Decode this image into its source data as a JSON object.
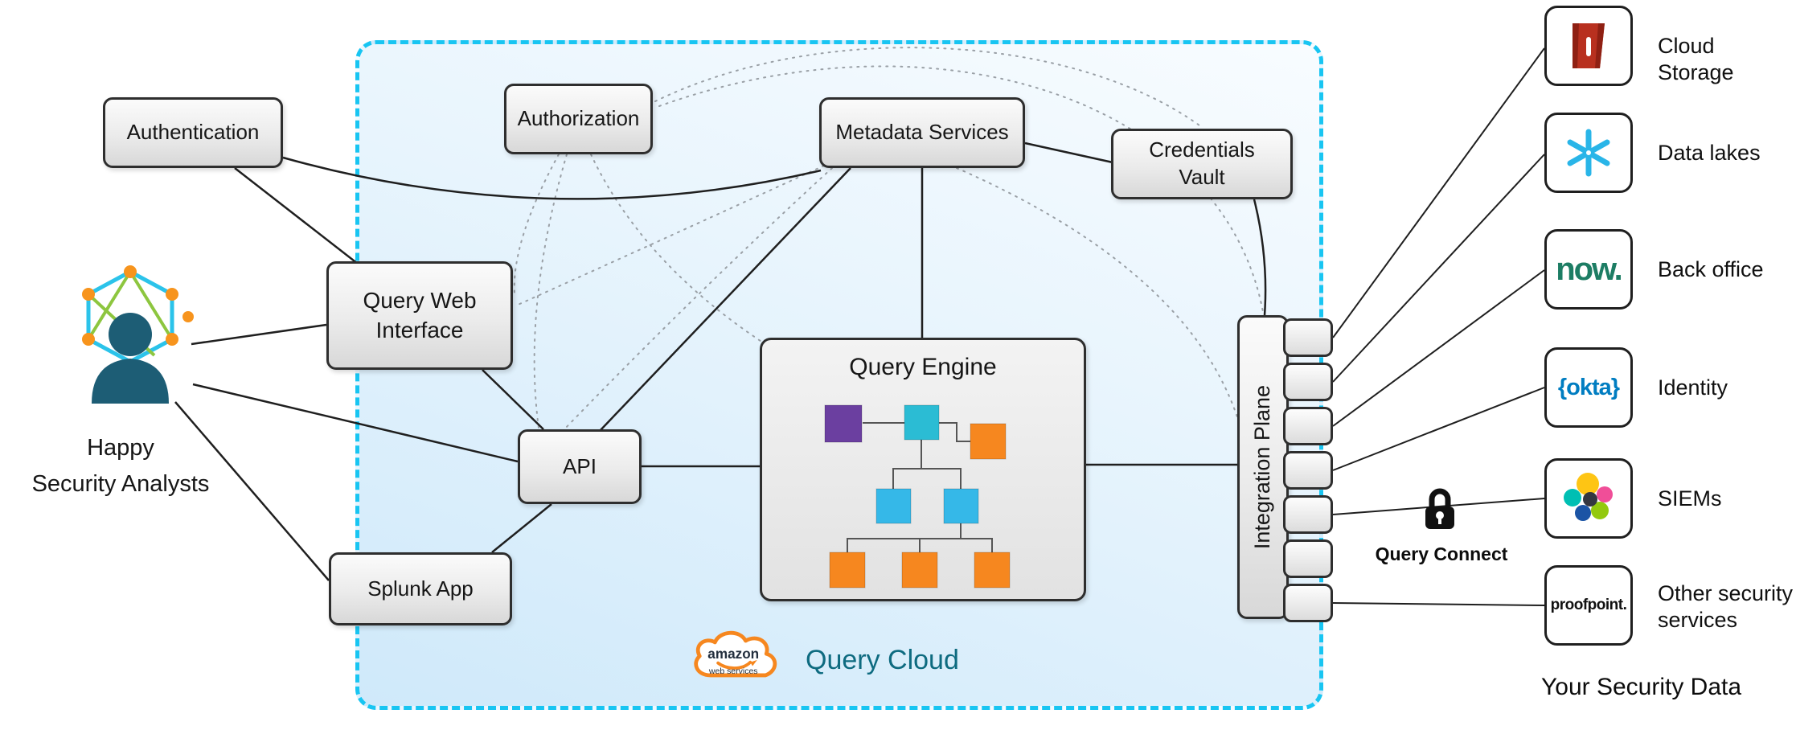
{
  "cloud": {
    "label": "Query Cloud",
    "aws": {
      "brand": "amazon",
      "sub": "web services"
    }
  },
  "nodes": {
    "authentication": "Authentication",
    "authorization": "Authorization",
    "metadata_services": "Metadata Services",
    "credentials_vault": "Credentials Vault",
    "query_web_interface": "Query Web Interface",
    "api": "API",
    "splunk_app": "Splunk App",
    "query_engine": "Query Engine",
    "integration_plane": "Integration Plane"
  },
  "analysts": {
    "line1": "Happy",
    "line2": "Security Analysts"
  },
  "right": {
    "section_label": "Your Security Data",
    "query_connect": "Query Connect",
    "services": [
      {
        "label": "Cloud Storage",
        "icon": "s3-bucket-icon"
      },
      {
        "label": "Data lakes",
        "icon": "snowflake-icon"
      },
      {
        "label": "Back office",
        "icon": "servicenow-logo-icon",
        "logo_text": "now."
      },
      {
        "label": "Identity",
        "icon": "okta-logo-icon",
        "logo_text": "{okta}"
      },
      {
        "label": "SIEMs",
        "icon": "elastic-logo-icon"
      },
      {
        "label": "Other security services",
        "icon": "proofpoint-logo-icon",
        "logo_text": "proofpoint."
      }
    ]
  },
  "colors": {
    "cloud_border": "#18c5f2",
    "accent_orange": "#f6871f",
    "accent_cyan": "#2bbcd4",
    "accent_purple": "#6b3fa0",
    "teal_text": "#0e6b80",
    "person_teal": "#1d5d75",
    "network_green": "#8dc63f",
    "snowflake_blue": "#29b5e8",
    "okta_blue": "#007dc1",
    "servicenow_green": "#1d7d64",
    "s3_red": "#b8301f",
    "lock_black": "#111111"
  }
}
